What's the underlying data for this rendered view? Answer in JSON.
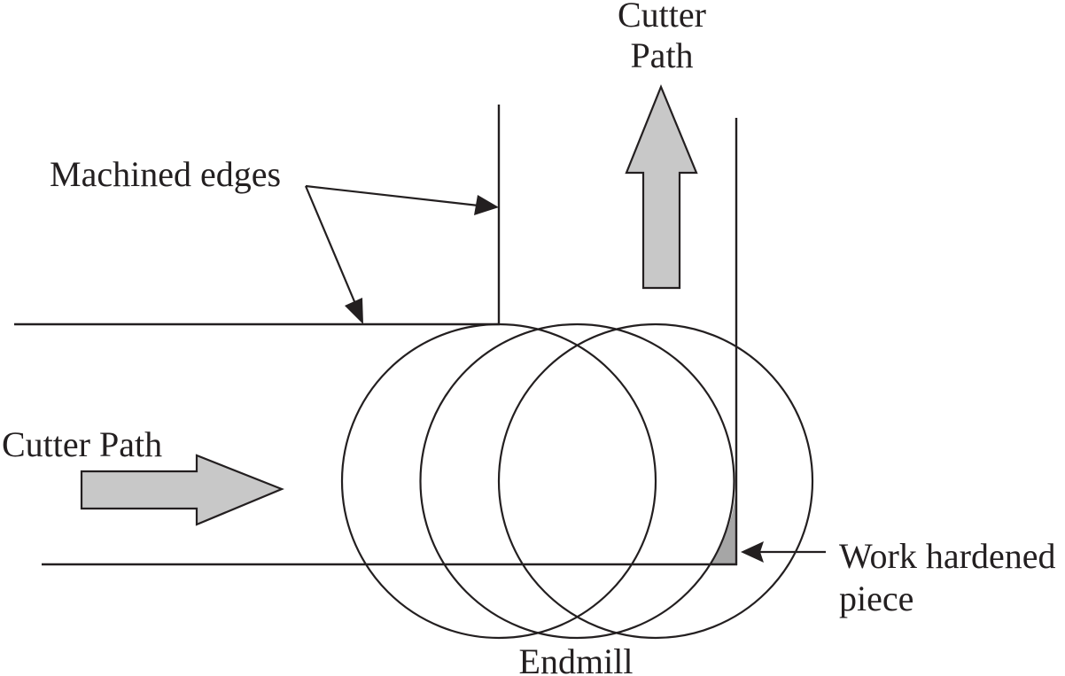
{
  "diagram": {
    "subject": "Endmill climbing a corner leaving a work hardened piece",
    "labels": {
      "cutter_path_vertical_line1": "Cutter",
      "cutter_path_vertical_line2": "Path",
      "cutter_path_horizontal": "Cutter Path",
      "machined_edges": "Machined edges",
      "work_hardened_line1": "Work hardened",
      "work_hardened_line2": "piece",
      "endmill": "Endmill"
    },
    "colors": {
      "line": "#231f20",
      "arrow_fill": "#c8c8c8",
      "work_hardened_fill": "#a6a6a6",
      "background": "#ffffff"
    },
    "endmill_positions_count": 3
  }
}
